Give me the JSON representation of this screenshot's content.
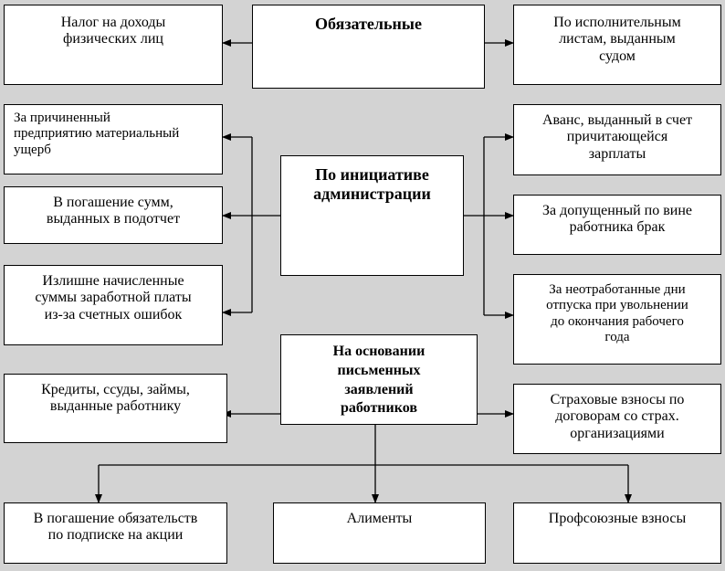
{
  "boxes": {
    "mandatory": "Обязательные",
    "admin": "По инициативе\nадминистрации",
    "written": "На основании\nписьменных\nзаявлений\nработников",
    "income_tax": "Налог на доходы\nфизических лиц",
    "court": "По исполнительным\nлистам, выданным\nсудом",
    "damage": "За причиненный\nпредприятию материальный\nущерб",
    "advance_report": "В погашение сумм,\nвыданных в подотчет",
    "overpaid": "Излишне начисленные\nсуммы заработной платы\nиз-за счетных ошибок",
    "advance_salary": "Аванс, выданный в счет\nпричитающейся\nзарплаты",
    "defect": "За допущенный по вине\nработника брак",
    "vacation": "За неотработанные дни\nотпуска при увольнении\nдо окончания рабочего\nгода",
    "credits": "Кредиты, ссуды, займы,\nвыданные работнику",
    "insurance": "Страховые взносы по\nдоговорам со страх.\nорганизациями",
    "shares": "В погашение обязательств\nпо подписке на акции",
    "alimony": "Алименты",
    "union": "Профсоюзные взносы"
  }
}
